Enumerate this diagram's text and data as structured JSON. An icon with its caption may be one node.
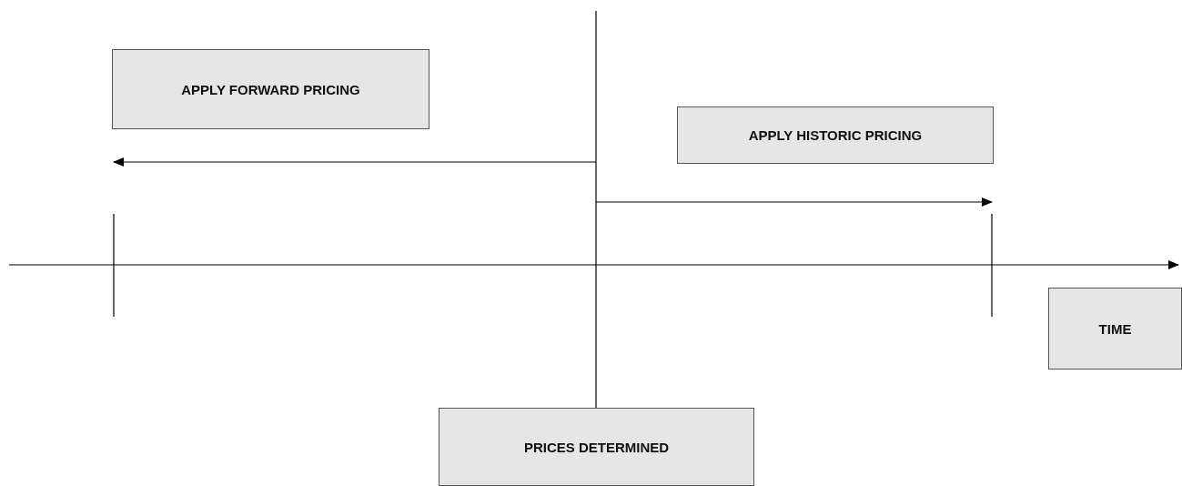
{
  "diagram": {
    "nodes": [
      {
        "text": [
          "APPLY FORWARD PRICING"
        ]
      },
      {
        "text": [
          "APPLY HISTORIC PRICING"
        ]
      },
      {
        "text": [
          "TIME"
        ]
      },
      {
        "text": [
          "PRICES DETERMINED"
        ]
      }
    ]
  }
}
